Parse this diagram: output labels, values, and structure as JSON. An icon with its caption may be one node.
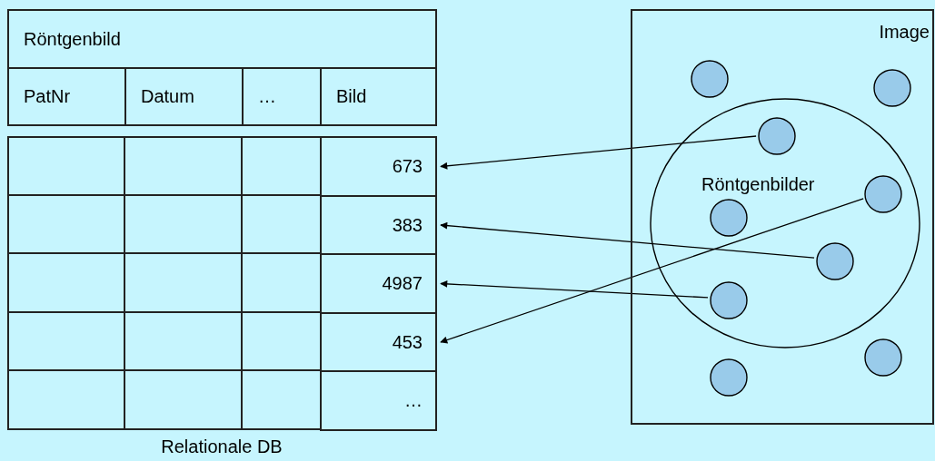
{
  "diagram": {
    "nodes": [
      {
        "text": [
          "Röntgenbild"
        ]
      },
      {
        "text": [
          "PatNr"
        ]
      },
      {
        "text": [
          "Datum"
        ]
      },
      {
        "text": [
          "…"
        ]
      },
      {
        "text": [
          "Bild"
        ]
      },
      {
        "text": [
          "673"
        ]
      },
      {
        "text": [
          "383"
        ]
      },
      {
        "text": [
          "4987"
        ]
      },
      {
        "text": [
          "453"
        ]
      },
      {
        "text": [
          "…"
        ]
      },
      {
        "text": [
          "Image"
        ]
      },
      {
        "text": [],
        "shape": "circle",
        "in": 10
      },
      {
        "text": [],
        "shape": "circle",
        "in": 10
      },
      {
        "text": [
          "Röntgenbilder"
        ],
        "in": 10
      },
      {
        "text": [],
        "shape": "circle",
        "in": 13
      },
      {
        "text": [],
        "shape": "circle",
        "in": 13
      },
      {
        "text": [],
        "shape": "circle",
        "in": 13
      },
      {
        "text": [],
        "shape": "circle",
        "in": 13
      },
      {
        "text": [],
        "shape": "circle",
        "in": 13
      },
      {
        "text": [],
        "shape": "circle",
        "in": 10
      },
      {
        "text": [],
        "shape": "circle",
        "in": 10
      }
    ],
    "edges": [
      {
        "from": 14,
        "to": 5,
        "arrow": "to"
      },
      {
        "from": 17,
        "to": 6,
        "arrow": "to"
      },
      {
        "from": 18,
        "to": 7,
        "arrow": "to"
      },
      {
        "from": 15,
        "to": 8,
        "arrow": "to"
      }
    ],
    "labels": [
      "Relationale DB"
    ]
  }
}
